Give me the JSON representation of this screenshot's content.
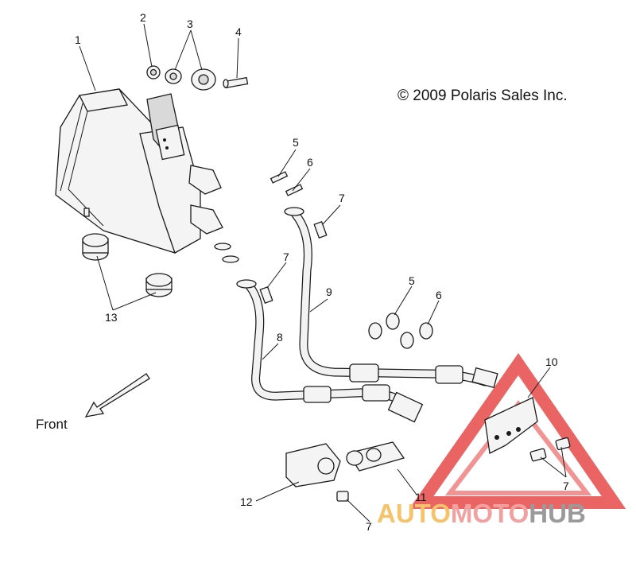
{
  "copyright": "© 2009 Polaris Sales Inc.",
  "direction_label": "Front",
  "callouts": {
    "n1": "1",
    "n2": "2",
    "n3": "3",
    "n4": "4",
    "n5a": "5",
    "n5b": "5",
    "n6a": "6",
    "n6b": "6",
    "n7a": "7",
    "n7b": "7",
    "n7c": "7",
    "n7d": "7",
    "n8": "8",
    "n9": "9",
    "n10": "10",
    "n11": "11",
    "n12": "12",
    "n13": "13"
  },
  "watermark": {
    "part1": "AUTO",
    "part2": "MOTO",
    "part3": "HUB",
    "color1": "#f6c26a",
    "color2": "#f2a0a0",
    "color3": "#9a9a9a",
    "triangle_color": "#e84a4a"
  }
}
